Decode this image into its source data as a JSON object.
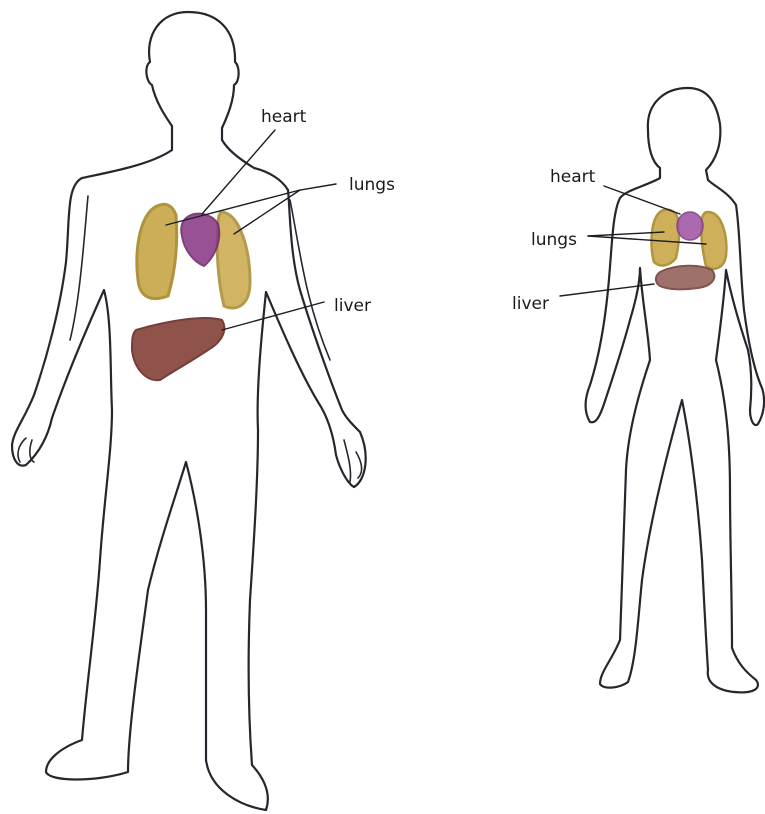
{
  "figures": {
    "male": {
      "labels": {
        "heart": "heart",
        "lungs": "lungs",
        "liver": "liver"
      }
    },
    "female": {
      "labels": {
        "heart": "heart",
        "lungs": "lungs",
        "liver": "liver"
      }
    }
  },
  "colors": {
    "outline": "#26262e",
    "lungs": "#c9a84a",
    "lungs_stroke": "#a88a2c",
    "heart": "#8e3f8a",
    "heart_female": "#a35aa8",
    "liver": "#8a4a42",
    "liver_female": "#9a6a64"
  }
}
